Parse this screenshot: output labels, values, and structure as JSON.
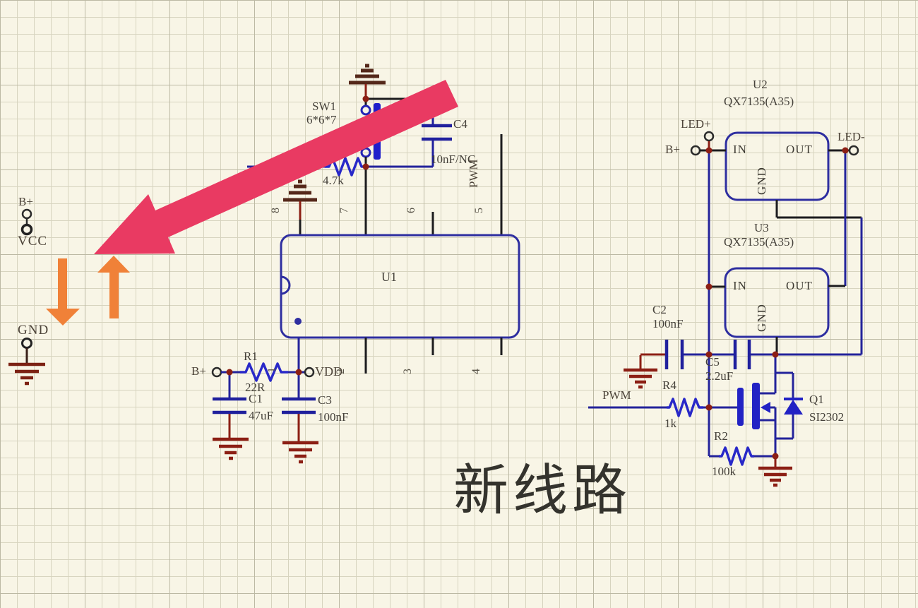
{
  "colors": {
    "background": "#f8f5e6",
    "wire_blue": "#23239b",
    "component_blue": "#2828c8",
    "pin_black": "#1c1c1e",
    "ground_red": "#8c1f14",
    "ground_dark": "#5c2a1b",
    "box_blue": "#2e2ea0",
    "highlight_pink": "#e93a62",
    "highlight_orange": "#f08138"
  },
  "left_rail": {
    "top_label": "B+",
    "mid_label": "VCC",
    "bottom_label": "GND"
  },
  "switch": {
    "designator": "SW1",
    "value": "6*6*7"
  },
  "c4": {
    "designator": "C4",
    "value": "10nF/NC"
  },
  "r_4k7": {
    "value": "4.7k"
  },
  "u1": {
    "designator": "U1",
    "pins_top": [
      "8",
      "7",
      "6",
      "5"
    ],
    "pins_bottom": [
      "1",
      "2",
      "3",
      "4"
    ],
    "pin5_net": "PWM"
  },
  "power_input": {
    "b_plus": "B+",
    "r1": "R1",
    "r1_value": "22R",
    "vdd": "VDD",
    "c1": "C1",
    "c1_value": "47uF",
    "c3": "C3",
    "c3_value": "100nF"
  },
  "u2": {
    "designator": "U2",
    "part": "QX7135(A35)",
    "pin_in": "IN",
    "pin_out": "OUT",
    "pin_gnd": "GND"
  },
  "u3": {
    "designator": "U3",
    "part": "QX7135(A35)",
    "pin_in": "IN",
    "pin_out": "OUT",
    "pin_gnd": "GND"
  },
  "right_nets": {
    "led_plus": "LED+",
    "b_plus": "B+",
    "led_minus": "LED-",
    "pwm": "PWM"
  },
  "c2": {
    "designator": "C2",
    "value": "100nF"
  },
  "c5": {
    "designator": "C5",
    "value": "2.2uF"
  },
  "r4": {
    "designator": "R4",
    "value": "1k"
  },
  "q1": {
    "designator": "Q1",
    "part": "SI2302"
  },
  "r2": {
    "designator": "R2",
    "value": "100k"
  },
  "title": {
    "text": "新线路"
  }
}
